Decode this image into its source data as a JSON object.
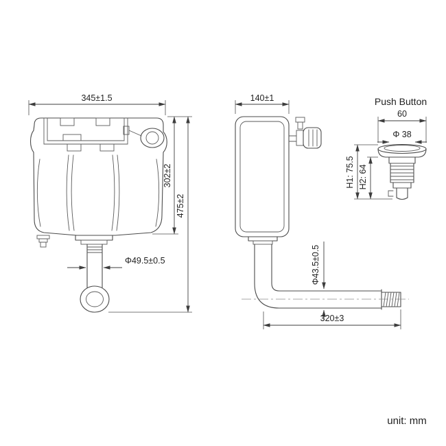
{
  "drawing": {
    "unit_label": "unit: mm",
    "front_view": {
      "width": "345±1.5",
      "tank_height": "302±2",
      "total_height": "475±2",
      "outlet_diameter": "Φ49.5±0.5"
    },
    "side_view": {
      "depth": "140±1",
      "pipe_diameter": "Φ43.5±0.5",
      "pipe_length": "320±3"
    },
    "push_button": {
      "title": "Push Button",
      "width": "60",
      "inner_diameter": "Φ 38",
      "h1": "H1: 75.5",
      "h2": "H2: 64"
    }
  }
}
